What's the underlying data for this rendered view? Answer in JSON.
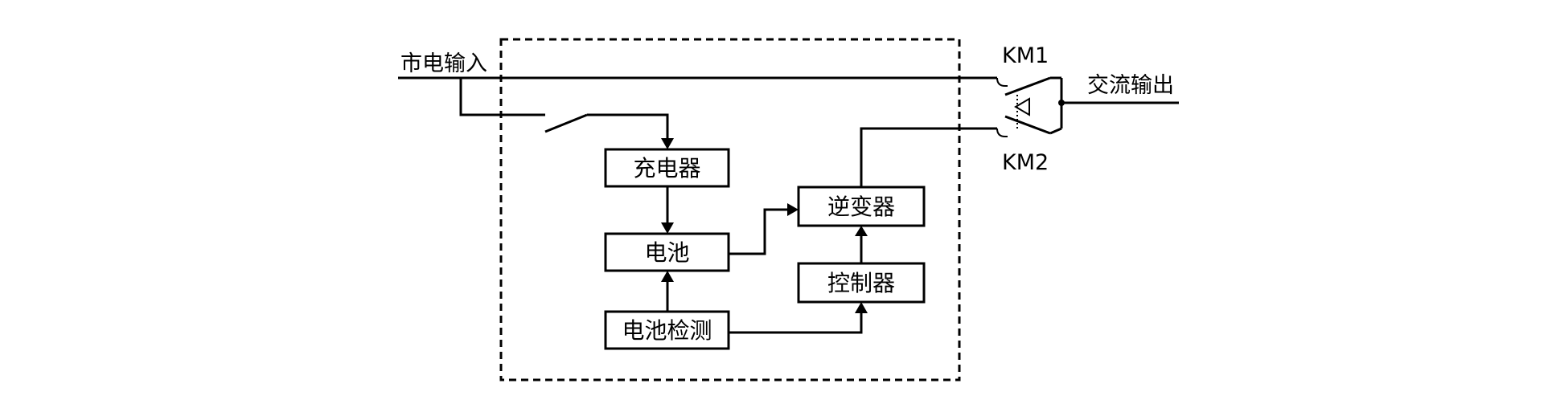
{
  "labels": {
    "mains_input": "市电输入",
    "ac_output": "交流输出",
    "km1": "KM1",
    "km2": "KM2"
  },
  "blocks": {
    "charger": "充电器",
    "battery": "电池",
    "battery_detect": "电池检测",
    "inverter": "逆变器",
    "controller": "控制器"
  }
}
